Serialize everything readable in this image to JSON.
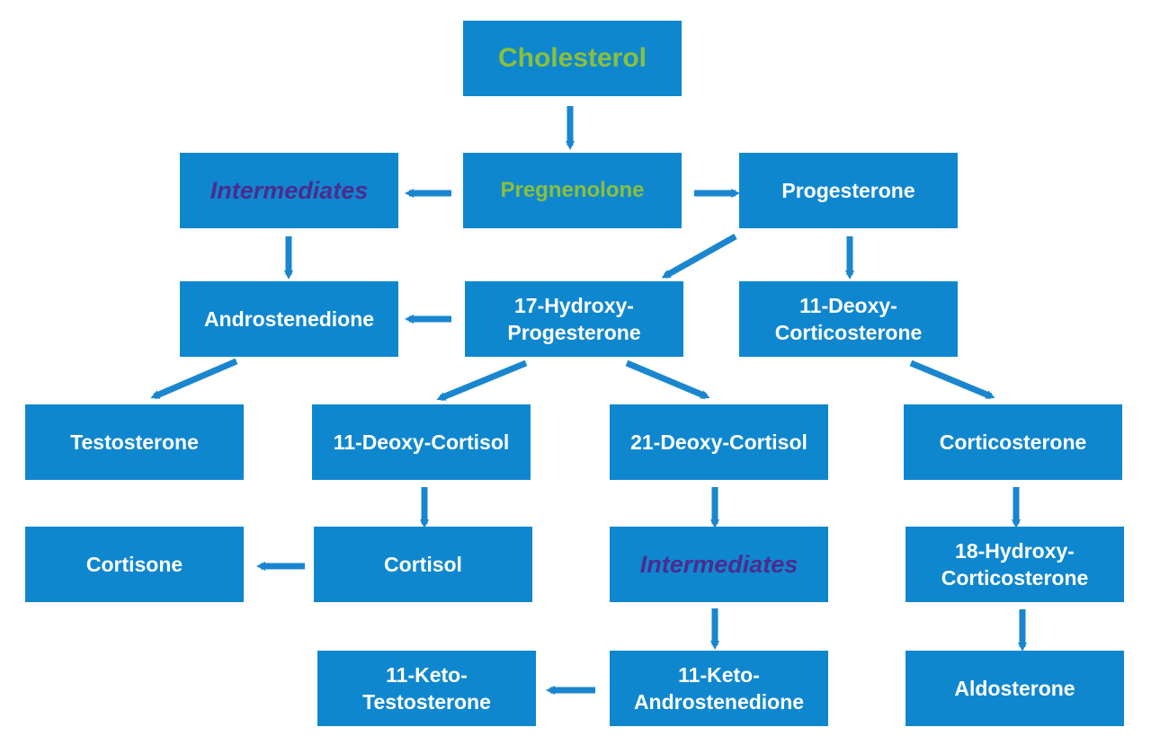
{
  "colors": {
    "box": "#0f87cf",
    "arrow": "#1a86cf",
    "label_white": "#ffffff",
    "label_green": "#8bbf3c",
    "label_purple": "#4b2c8f"
  },
  "nodes": {
    "cholesterol": "Cholesterol",
    "pregnenolone": "Pregnenolone",
    "intermediates_top": "Intermediates",
    "progesterone": "Progesterone",
    "androstenedione": "Androstenedione",
    "hydroxyprogesterone_line1": "17-Hydroxy-",
    "hydroxyprogesterone_line2": "Progesterone",
    "deoxycorticosterone_line1": "11-Deoxy-",
    "deoxycorticosterone_line2": "Corticosterone",
    "testosterone": "Testosterone",
    "deoxycortisol_11": "11-Deoxy-Cortisol",
    "deoxycortisol_21": "21-Deoxy-Cortisol",
    "corticosterone": "Corticosterone",
    "cortisone": "Cortisone",
    "cortisol": "Cortisol",
    "intermediates_bottom": "Intermediates",
    "hydroxycorticosterone_line1": "18-Hydroxy-",
    "hydroxycorticosterone_line2": "Corticosterone",
    "ketotestosterone_line1": "11-Keto-",
    "ketotestosterone_line2": "Testosterone",
    "ketoandrostenedione_line1": "11-Keto-",
    "ketoandrostenedione_line2": "Androstenedione",
    "aldosterone": "Aldosterone"
  },
  "edges": [
    {
      "from": "Cholesterol",
      "to": "Pregnenolone"
    },
    {
      "from": "Pregnenolone",
      "to": "Intermediates"
    },
    {
      "from": "Pregnenolone",
      "to": "Progesterone"
    },
    {
      "from": "Intermediates",
      "to": "Androstenedione"
    },
    {
      "from": "Progesterone",
      "to": "17-Hydroxy-Progesterone"
    },
    {
      "from": "Progesterone",
      "to": "11-Deoxy-Corticosterone"
    },
    {
      "from": "17-Hydroxy-Progesterone",
      "to": "Androstenedione"
    },
    {
      "from": "Androstenedione",
      "to": "Testosterone"
    },
    {
      "from": "17-Hydroxy-Progesterone",
      "to": "11-Deoxy-Cortisol"
    },
    {
      "from": "17-Hydroxy-Progesterone",
      "to": "21-Deoxy-Cortisol"
    },
    {
      "from": "11-Deoxy-Corticosterone",
      "to": "Corticosterone"
    },
    {
      "from": "11-Deoxy-Cortisol",
      "to": "Cortisol"
    },
    {
      "from": "Cortisol",
      "to": "Cortisone"
    },
    {
      "from": "21-Deoxy-Cortisol",
      "to": "Intermediates"
    },
    {
      "from": "Intermediates",
      "to": "11-Keto-Androstenedione"
    },
    {
      "from": "11-Keto-Androstenedione",
      "to": "11-Keto-Testosterone"
    },
    {
      "from": "Corticosterone",
      "to": "18-Hydroxy-Corticosterone"
    },
    {
      "from": "18-Hydroxy-Corticosterone",
      "to": "Aldosterone"
    }
  ]
}
